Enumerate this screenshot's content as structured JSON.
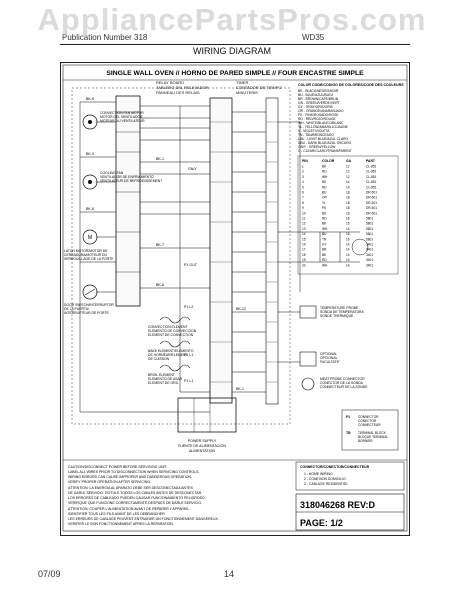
{
  "watermark": "AppliancePartsPros.com",
  "header": {
    "left_text": "Publication Number 318",
    "right_text": "WD35"
  },
  "doc_title": "WIRING DIAGRAM",
  "diagram": {
    "title": "SINGLE WALL OVEN // HORNO DE PARED SIMPLE // FOUR ENCASTRE SIMPLE",
    "relay_board": [
      "RELAY BOARD",
      "TABLERO DEL RELEVADOR",
      "PANNEAU DES RELAIS"
    ],
    "timer": [
      "TIMER",
      "CONTADOR DE TIEMPO",
      "MINUTERIE"
    ],
    "bk_labels": [
      "BK-5",
      "BK-9",
      "BK-6",
      "BK-7",
      "BK-8",
      "BK-1",
      "BK-12",
      "BK-1"
    ],
    "bakelemsymbol": "GN/Y",
    "sensor_labels": [
      "P1 OUT",
      "P1 L2",
      "P1 L1",
      "P1 L1"
    ],
    "convection_element": [
      "CONVECTION ELEMENT",
      "ELEMENTO DE CONVECCION",
      "ELEMENT DE CONVECTION"
    ],
    "bake_element": [
      "BAKE ELEMENT/ELEMENTO",
      "DE HORNEAR/ELEMENT",
      "DE CUISSON"
    ],
    "broil_element": [
      "BROIL ELEMENT",
      "ELEMENTO DE ASAR",
      "ELEMENT DE GRIL"
    ],
    "power_supply": [
      "POWER SUPPLY",
      "FUENTE DE ALIMENTACION",
      "ALIMENTATION"
    ],
    "latch_motor": [
      "LATCH MOTOR/MOTOR DE",
      "CERRADURA/MOTEUR DU",
      "VERROUILLAGE DE LA PORTE"
    ],
    "door_switch": [
      "DOOR SWITCH/INTERRUPTOR",
      "DE LA PUERTA/",
      "INTERRUPTEUR DE PORTE"
    ],
    "conv_fan": [
      "CONVECTION FAN MOTOR",
      "MOTOR DEL VENTILADOR",
      "MOTEUR DU VENTILATEUR"
    ],
    "cooling_fan": [
      "COOLING FAN",
      "VENTILADOR DE ENFRIAMIENTO",
      "VENTILATEUR DE REFROIDISSEMENT"
    ],
    "temp_probe": [
      "TEMPERATURE PROBE",
      "SONDA DE TEMPERATURA",
      "SONDE THERMIQUE"
    ],
    "optional": [
      "OPTIONAL",
      "OPCIONAL",
      "FACULTATIF"
    ],
    "meat_probe": [
      "MEAT PROBE CONNECTOR",
      "CONECTOR DE LA SONDA",
      "CONNECTEUR DE LA SONDE"
    ],
    "color_code": {
      "title": "COLOR CODE/CODIGO DE COLORES/CODE DES COULEURS",
      "items": [
        "BK - BLACK/NEGRO/NOIR",
        "BU - BLUE/AZUL/BLEU",
        "BR - BROWN/CAFE/BRUN",
        "GN - GREEN/VERDE/VERT",
        "GY - GRAY/GRIS/GRIS",
        "OR - ORANGE/ANARANJADO",
        "PK - PINK/ROSADO/ROSE",
        "RD - RED/ROJO/ROUGE",
        "WH - WHITE/BLANCO/BLANC",
        "YL - YELLOW/AMARILLO/JAUNE",
        "V - VIOLET/VIOLETA",
        "TN - TAN/BRONCEADO",
        "LBU - LIGHT BLUE/AZUL CLARO",
        "DBU - DARK BLUE/AZUL OSCURO",
        "GN/Y - GREEN/YELLOW",
        "C - CLEAR/CLARO/TRANSPARENT"
      ]
    },
    "pin_table": {
      "header": [
        "PIN",
        "COLOR",
        "GA",
        "PART"
      ],
      "rows": [
        [
          "1",
          "BK",
          "12",
          "CL-851"
        ],
        [
          "2",
          "RD",
          "12",
          "CL-851"
        ],
        [
          "3",
          "WH",
          "12",
          "CL-851"
        ],
        [
          "4",
          "BK",
          "14",
          "CL-851"
        ],
        [
          "5",
          "RD",
          "14",
          "CL-851"
        ],
        [
          "6",
          "BU",
          "18",
          "DR-501"
        ],
        [
          "7",
          "OR",
          "18",
          "DR-501"
        ],
        [
          "8",
          "YL",
          "18",
          "DR-501"
        ],
        [
          "9",
          "PK",
          "18",
          "DR-501"
        ],
        [
          "10",
          "BK",
          "18",
          "DR-501"
        ],
        [
          "11",
          "RD",
          "18",
          "5801"
        ],
        [
          "12",
          "BK",
          "16",
          "5801"
        ],
        [
          "13",
          "WH",
          "16",
          "5801"
        ],
        [
          "14",
          "BU",
          "16",
          "5801"
        ],
        [
          "15",
          "TN",
          "16",
          "5801"
        ],
        [
          "16",
          "GY",
          "14",
          "3401"
        ],
        [
          "17",
          "BR",
          "14",
          "3401"
        ],
        [
          "18",
          "BK",
          "14",
          "3401"
        ],
        [
          "19",
          "RD",
          "14",
          "3401"
        ],
        [
          "20",
          "WH",
          "14",
          "3401"
        ]
      ]
    },
    "connector_legend": [
      [
        "P1",
        "CONNECTOR",
        "CONECTOR",
        "CONNECTEUR"
      ],
      [
        "TB",
        "TERMINAL BLOCK",
        "BLOQUE TERMINAL",
        "BORNIER"
      ]
    ],
    "connection_box_title": "CONNECTOR/CONECTOR/CONNECTEUR",
    "connection_rows": [
      "1  - HOME WIRING",
      "2  - CONEXION DOMICILIO",
      "3  - CABLAGE RESIDENTIEL"
    ],
    "caution_lines": [
      "CAUTION/DISCONNECT POWER BEFORE SERVICING UNIT.",
      "LABEL ALL WIRES PRIOR TO DISCONNECTION WHEN SERVICING CONTROLS.",
      "WIRING ERRORS CAN CAUSE IMPROPER AND DANGEROUS OPERATION.",
      "VERIFY PROPER OPERATION AFTER SERVICING.",
      "ATTENTION: LA ENERGIA AL APARATO DEBE SER DESCONECTADA ANTES",
      "DE DARLE SERVICIO. ROTULE TODOS LOS CABLES ANTES DE DESCONECTAR.",
      "LOS ERRORES DE CABLEADO PUEDEN CAUSAR FUNCIONAMIENTO PELIGROSO.",
      "VERIFIQUE QUE FUNCIONE CORRECTAMENTE DESPUES DE DARLE SERVICIO.",
      "ATTENTION: COUPER L'ALIMENTATION AVANT DE REPARER L'APPAREIL.",
      "IDENTIFIER TOUS LES FILS AVANT DE LES DEBRANCHER.",
      "LES ERREURS DE CABLAGE PEUVENT ENTRAINER UN FONCTIONNEMENT DANGEREUX.",
      "VERIFIER LE BON FONCTIONNEMENT APRES LA REPARATION."
    ],
    "part_number": "318046268 REV:D",
    "page_label": "PAGE: 1/2"
  },
  "footer": {
    "date": "07/09",
    "page": "14"
  }
}
